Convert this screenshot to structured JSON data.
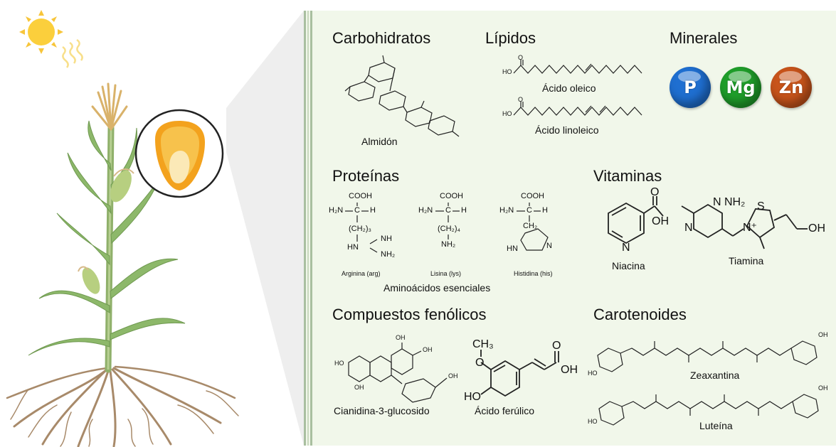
{
  "sections": {
    "carbohidratos": {
      "title": "Carbohidratos",
      "caption": "Almidón"
    },
    "lipidos": {
      "title": "Lípidos",
      "caption1": "Ácido oleico",
      "caption2": "Ácido linoleico"
    },
    "minerales": {
      "title": "Minerales",
      "items": [
        "P",
        "Mg",
        "Zn"
      ],
      "colors": [
        "#1f6fd1",
        "#1f9e2a",
        "#c8541b"
      ]
    },
    "proteinas": {
      "title": "Proteínas",
      "caption": "Aminoácidos esenciales",
      "amino": [
        "Arginina (arg)",
        "Lisina (lys)",
        "Histidina (his)"
      ]
    },
    "vitaminas": {
      "title": "Vitaminas",
      "caption1": "Niacina",
      "caption2": "Tiamina"
    },
    "fenolicos": {
      "title": "Compuestos fenólicos",
      "caption1": "Cianidina-3-glucosido",
      "caption2": "Ácido ferúlico"
    },
    "carotenoides": {
      "title": "Carotenoides",
      "caption1": "Zeaxantina",
      "caption2": "Luteína"
    }
  },
  "chem": {
    "cooh": "COOH",
    "h2n": "H₂N",
    "h": "H",
    "c": "C",
    "arg_chain": "(CH₂)₃",
    "arg_nh": "NH",
    "arg_hn": "HN",
    "arg_nh2": "NH₂",
    "lys_chain": "(CH₂)₄",
    "lys_nh2": "NH₂",
    "his_ch2": "CH₂",
    "his_hn": "HN",
    "his_n": "N",
    "ho": "HO",
    "oh": "OH",
    "o": "O",
    "n": "N",
    "nh2": "NH₂",
    "s": "S",
    "nplus": "N⁺",
    "ch3": "CH₃"
  }
}
